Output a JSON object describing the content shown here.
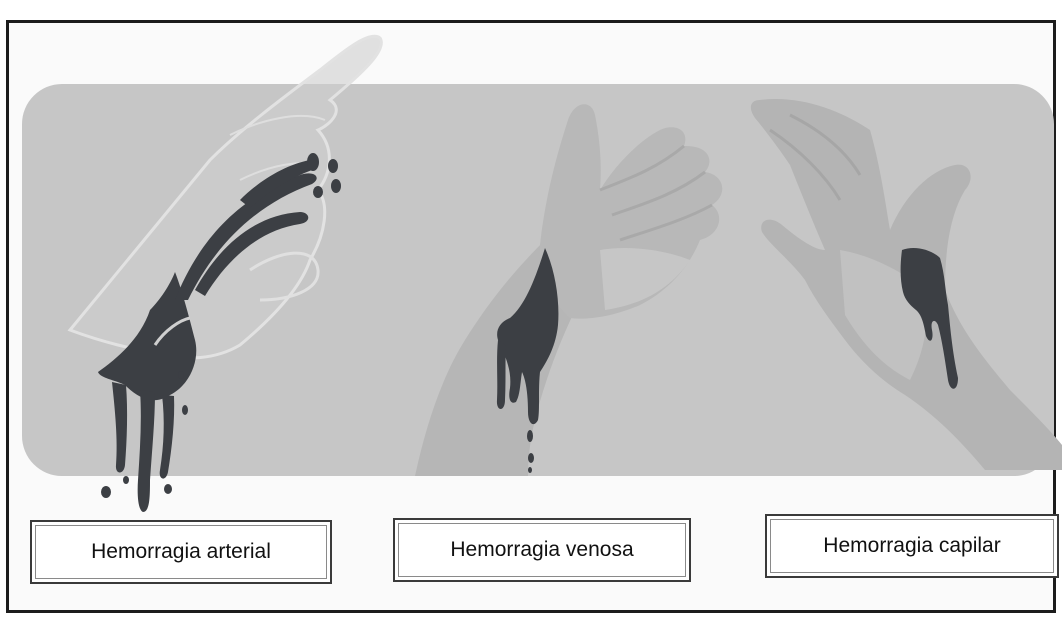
{
  "labels": {
    "arterial": "Hemorragia arterial",
    "venosa": "Hemorragia venosa",
    "capilar": "Hemorragia capilar"
  },
  "colors": {
    "background_panel": "#c6c6c6",
    "hand_light": "#d6d6d6",
    "hand_mid": "#b4b4b4",
    "blood": "#3c3f44",
    "border": "#1c1c1c"
  },
  "icons": {
    "arterial": "arterial-bleeding-hand-icon",
    "venosa": "venous-bleeding-hand-icon",
    "capilar": "capillary-bleeding-hand-icon"
  }
}
